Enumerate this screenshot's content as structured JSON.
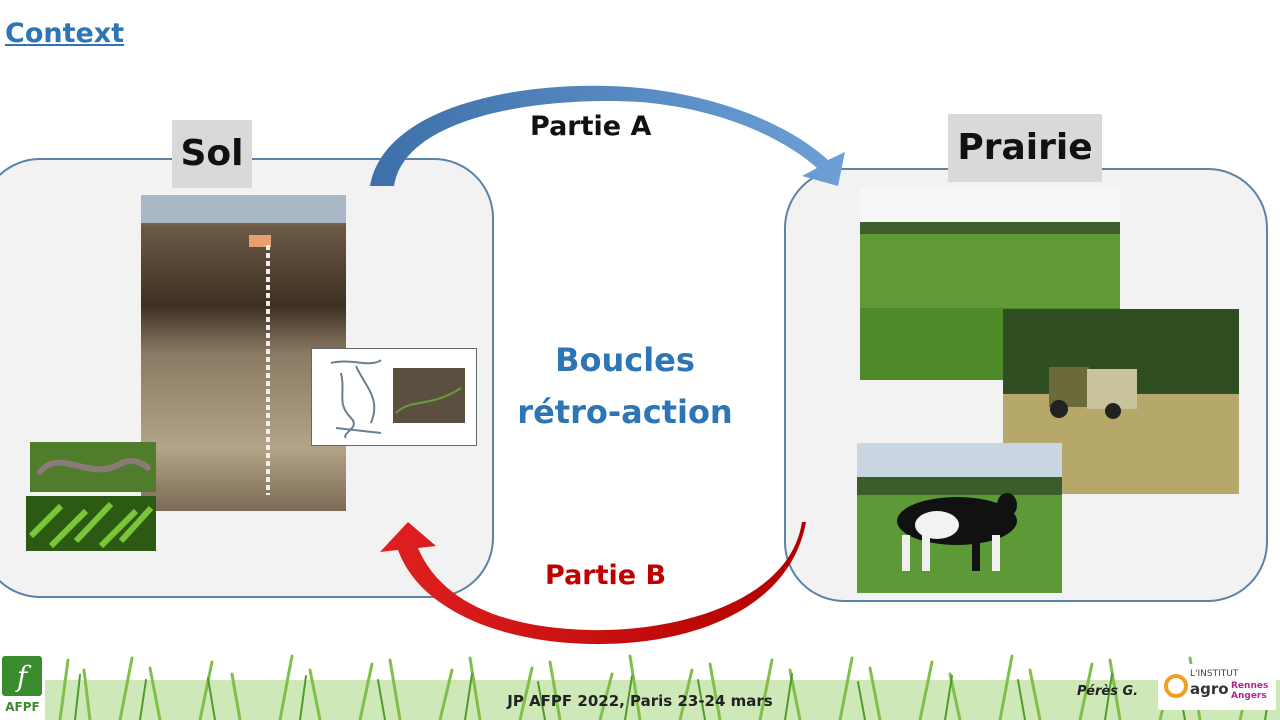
{
  "slide": {
    "title": "Context",
    "sol_label": "Sol",
    "prairie_label": "Prairie",
    "partie_a": "Partie A",
    "partie_b": "Partie B",
    "boucles_line1": "Boucles",
    "boucles_line2": "rétro-action",
    "footer": "JP AFPF 2022, Paris 23-24 mars",
    "author": "Pérès G."
  },
  "logos": {
    "afpf_text": "AFPF",
    "agro_line1": "L'INSTITUT",
    "agro_line2": "agro",
    "agro_line3a": "Rennes",
    "agro_line3b": "Angers"
  },
  "colors": {
    "title_blue": "#2F75B5",
    "boucles_blue": "#2E75B6",
    "partie_b_red": "#C00000",
    "arrow_blue": "#4A7EBB",
    "arrow_red": "#C00000"
  }
}
